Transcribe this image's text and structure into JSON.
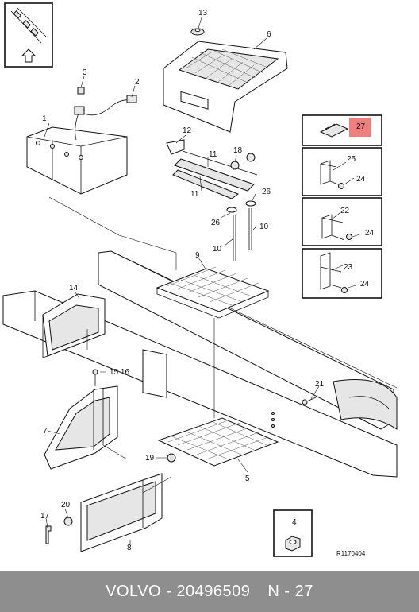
{
  "callouts": {
    "c1": "1",
    "c2": "2",
    "c3": "3",
    "c4": "4",
    "c5": "5",
    "c6": "6",
    "c7": "7",
    "c8": "8",
    "c9": "9",
    "c10a": "10",
    "c10b": "10",
    "c11a": "11",
    "c11b": "11",
    "c12": "12",
    "c13": "13",
    "c14": "14",
    "c15_16": "15 16",
    "c17": "17",
    "c18": "18",
    "c19": "19",
    "c20": "20",
    "c21": "21",
    "c22": "22",
    "c23": "23",
    "c24a": "24",
    "c24b": "24",
    "c24c": "24",
    "c25": "25",
    "c26a": "26",
    "c26b": "26",
    "c27": "27"
  },
  "highlight_color": "#f08080",
  "reference_code": "R1170404",
  "footer": {
    "brand": "VOLVO",
    "separator": "-",
    "part_number": "20496509",
    "position_label": "N - 27"
  },
  "icons": [
    "orientation-arrow-icon",
    "direction-arrow-icon"
  ]
}
